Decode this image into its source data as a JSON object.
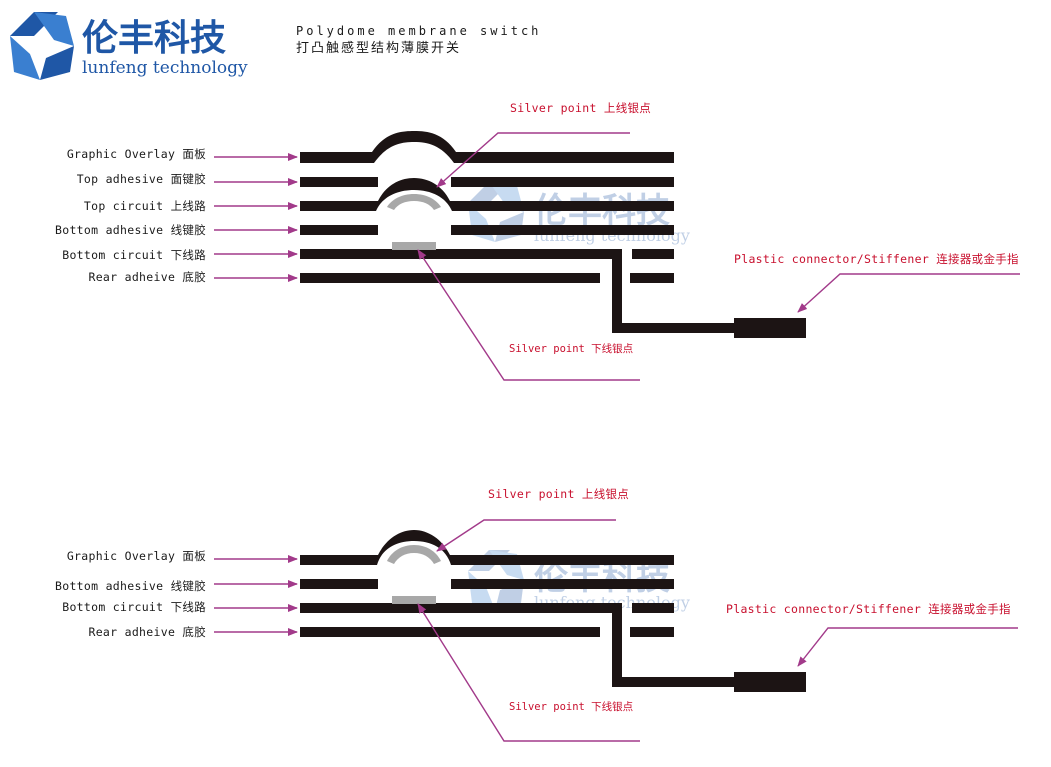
{
  "brand": {
    "name_cn": "伦丰科技",
    "name_en": "lunfeng technology",
    "color": "#1f57a6"
  },
  "title": {
    "en": "Polydome membrane switch",
    "cn": "打凸触感型结构薄膜开关"
  },
  "colors": {
    "layer": "#1c1414",
    "silver": "#a8a8a8",
    "arrow": "#a23a8a",
    "callout_text": "#c8102e",
    "label_text": "#1a1a1a"
  },
  "diagram1": {
    "labels": [
      "Graphic Overlay 面板",
      "Top adhesive 面键胶",
      "Top circuit 上线路",
      "Bottom adhesive 线键胶",
      "Bottom circuit 下线路",
      "Rear adheive 底胶"
    ],
    "callout_top": "Silver point 上线银点",
    "callout_bottom": "Silver point 下线银点",
    "callout_connector": "Plastic connector/Stiffener 连接器或金手指"
  },
  "diagram2": {
    "labels": [
      "Graphic Overlay 面板",
      "Bottom adhesive 线键胶",
      "Bottom circuit 下线路",
      "Rear adheive 底胶"
    ],
    "callout_top": "Silver point 上线银点",
    "callout_bottom": "Silver point 下线银点",
    "callout_connector": "Plastic connector/Stiffener 连接器或金手指"
  }
}
